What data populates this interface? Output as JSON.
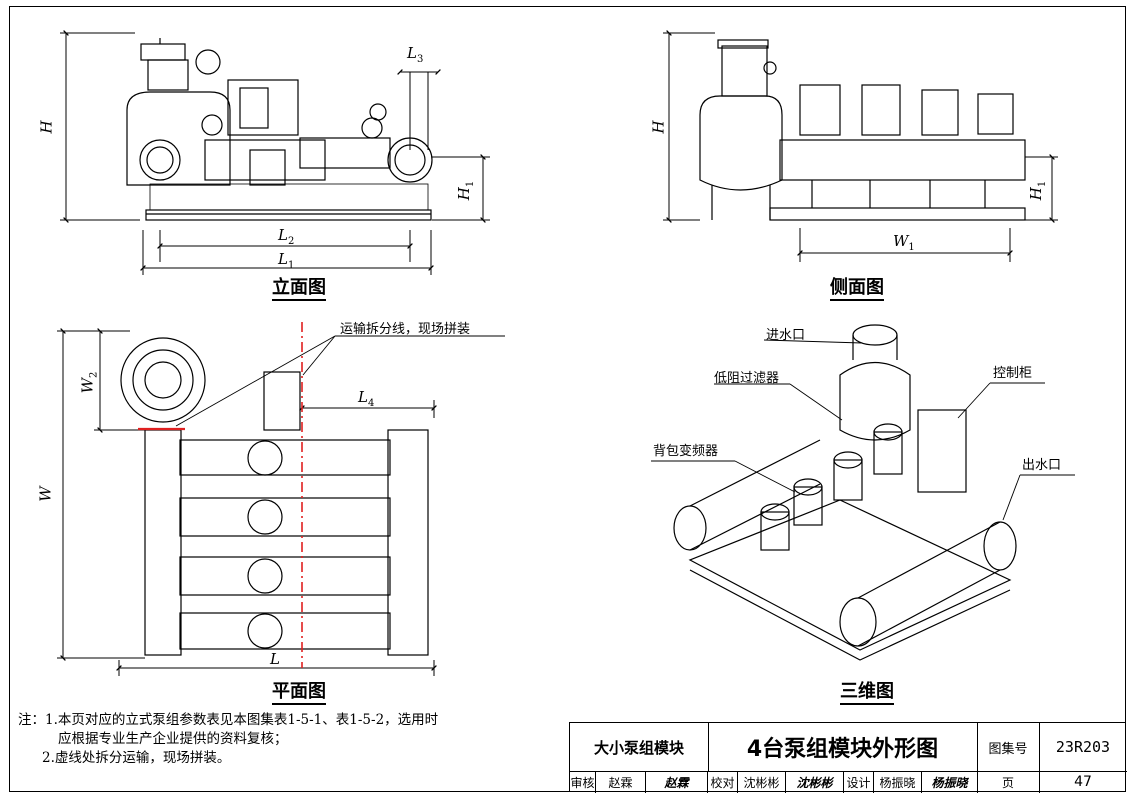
{
  "views": {
    "elevation": "立面图",
    "side": "侧面图",
    "plan": "平面图",
    "three_d": "三维图"
  },
  "dims": {
    "H": "H",
    "H1_base": "H",
    "H1_sub": "1",
    "L": "L",
    "L1_base": "L",
    "L1_sub": "1",
    "L2_base": "L",
    "L2_sub": "2",
    "L3_base": "L",
    "L3_sub": "3",
    "L4_base": "L",
    "L4_sub": "4",
    "W": "W",
    "W1_base": "W",
    "W1_sub": "1",
    "W2_base": "W",
    "W2_sub": "2"
  },
  "callouts": {
    "transport_split": "运输拆分线，现场拼装",
    "water_inlet": "进水口",
    "low_resistance_filter": "低阻过滤器",
    "control_cabinet": "控制柜",
    "backpack_vfd": "背包变频器",
    "water_outlet": "出水口"
  },
  "notes": {
    "line1": "注：1.本页对应的立式泵组参数表见本图集表1-5-1、表1-5-2，选用时",
    "line2": "应根据专业生产企业提供的资料复核；",
    "line3": "2.虚线处拆分运输，现场拼装。"
  },
  "title_block": {
    "module": "大小泵组模块",
    "drawing_title": "4台泵组模块外形图",
    "atlas_label": "图集号",
    "atlas_no": "23R203",
    "review_label": "审核",
    "review_name": "赵霖",
    "review_sig": "赵霖",
    "check_label": "校对",
    "check_name": "沈彬彬",
    "check_sig": "沈彬彬",
    "design_label": "设计",
    "design_name": "杨振晓",
    "design_sig": "杨振晓",
    "page_label": "页",
    "page_no": "47"
  },
  "colors": {
    "split_line": "#e02020"
  }
}
